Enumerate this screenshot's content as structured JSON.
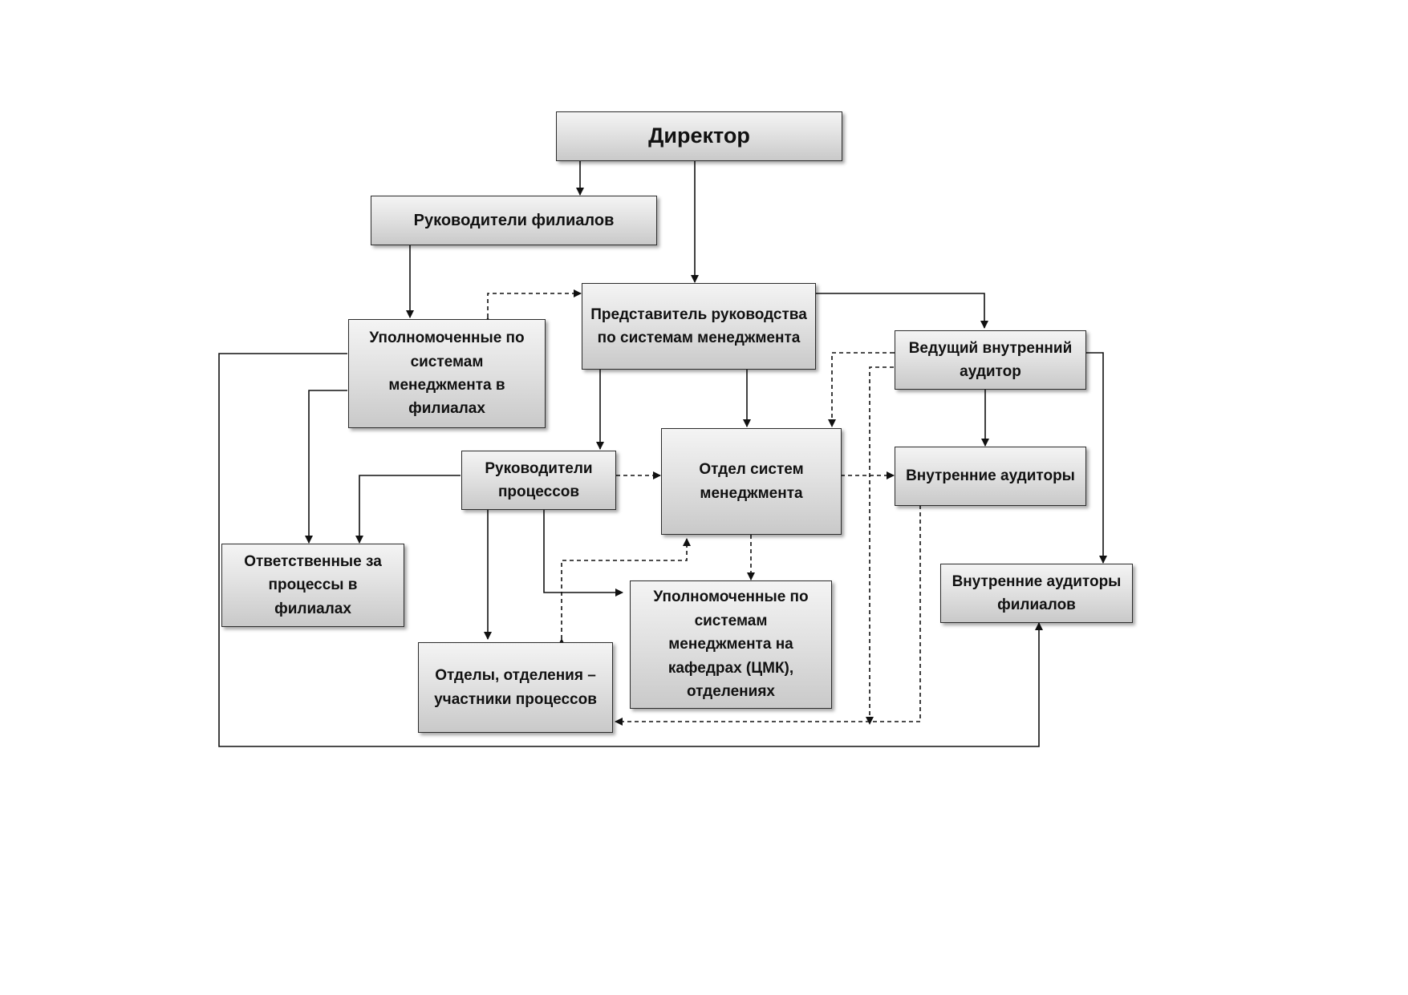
{
  "diagram": {
    "nodes": {
      "director": "Директор",
      "branch_heads": "Руководители филиалов",
      "mgmt_rep": "Представитель руководства\nпо системам менеджмента",
      "branch_authorized": "Уполномоченные по\nсистемам\nменеджмента в\nфилиалах",
      "lead_auditor": "Ведущий внутренний\nаудитор",
      "process_heads": "Руководители\nпроцессов",
      "ms_department": "Отдел систем\nменеджмента",
      "internal_auditors": "Внутренние аудиторы",
      "branch_responsible": "Ответственные за\nпроцессы в\nфилиалах",
      "branch_auditors": "Внутренние аудиторы\nфилиалов",
      "dept_authorized": "Уполномоченные по\nсистемам\nменеджмента на\nкафедрах (ЦМК),\nотделениях",
      "departments": "Отделы, отделения –\nучастники процессов"
    }
  }
}
